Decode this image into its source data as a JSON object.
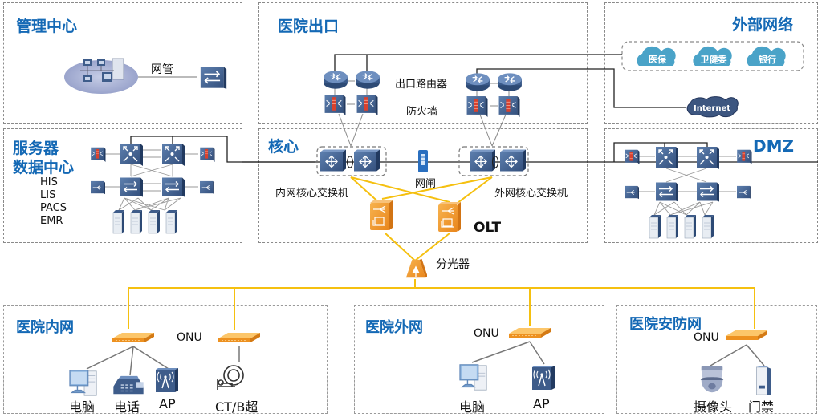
{
  "zones": {
    "management": {
      "title": "管理中心",
      "nms_label": "网管"
    },
    "exit": {
      "title": "医院出口",
      "router_label": "出口路由器",
      "firewall_label": "防火墙"
    },
    "external": {
      "title": "外部网络",
      "clouds": [
        "医保",
        "卫健委",
        "银行"
      ],
      "internet_label": "Internet"
    },
    "datacenter": {
      "title_line1": "服务器",
      "title_line2": "数据中心",
      "systems": [
        "HIS",
        "LIS",
        "PACS",
        "EMR"
      ]
    },
    "core": {
      "title": "核心",
      "inner_core_label": "内网核心交换机",
      "outer_core_label": "外网核心交换机",
      "gap_label": "网闸",
      "olt_label": "OLT"
    },
    "dmz": {
      "title": "DMZ"
    },
    "splitter": {
      "label": "分光器"
    },
    "intranet": {
      "title": "医院内网",
      "onu_label": "ONU",
      "devices": [
        "电脑",
        "电话",
        "AP",
        "CT/B超"
      ]
    },
    "extranet": {
      "title": "医院外网",
      "onu_label": "ONU",
      "devices": [
        "电脑",
        "AP"
      ]
    },
    "security": {
      "title": "医院安防网",
      "onu_label": "ONU",
      "devices": [
        "摄像头",
        "门禁"
      ]
    }
  },
  "colors": {
    "title_blue": "#1469b5",
    "device_blue": "#3e5c8a",
    "fiber_yellow": "#f5c010",
    "olt_orange": "#f29a2e",
    "cloud_teal": "#4aa3c8",
    "internet_navy": "#3d5680",
    "firewall_red": "#d9412e"
  }
}
